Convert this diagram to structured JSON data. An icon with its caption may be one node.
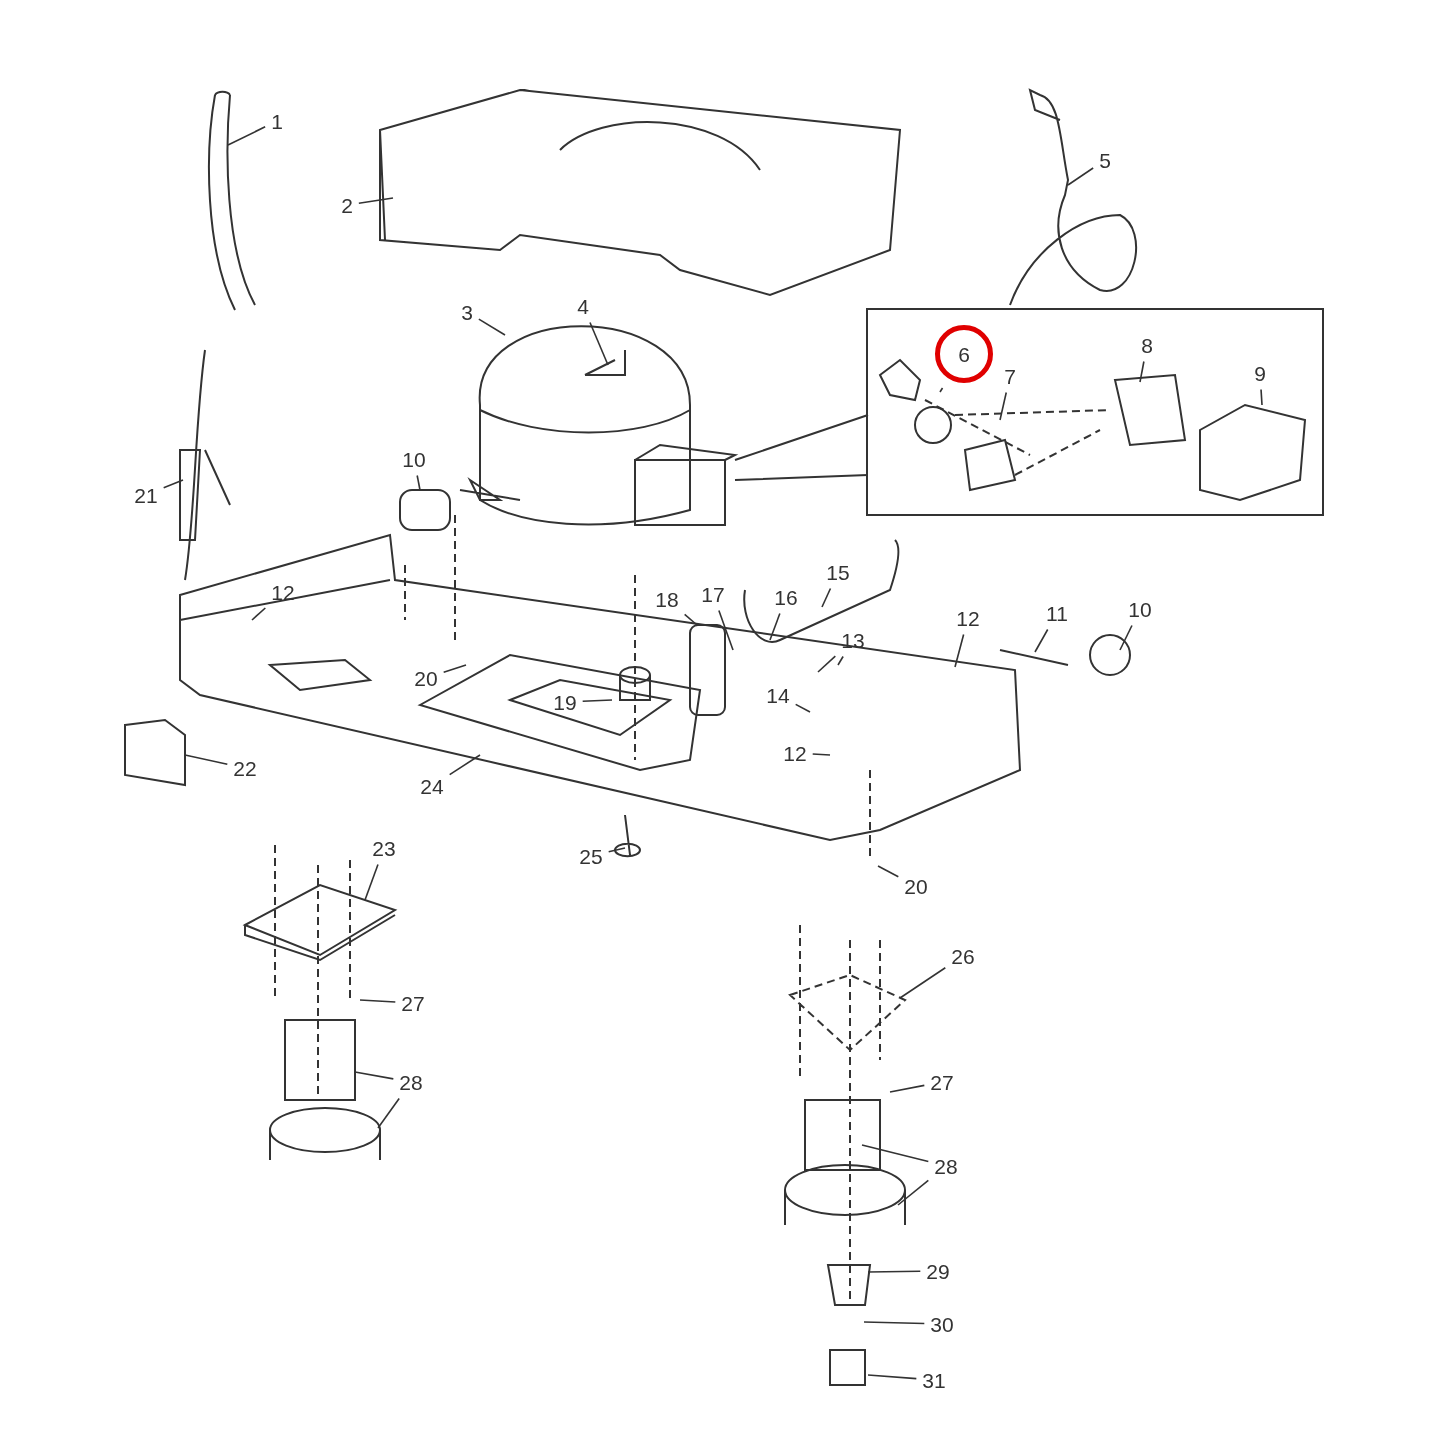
{
  "diagram": {
    "nodes": [
      {
        "text": [
          "1"
        ]
      },
      {
        "text": [
          "2"
        ]
      },
      {
        "text": [
          "3"
        ]
      },
      {
        "text": [
          "4"
        ]
      },
      {
        "text": [
          "5"
        ]
      },
      {
        "text": [
          "6"
        ]
      },
      {
        "text": [
          "7"
        ]
      },
      {
        "text": [
          "8"
        ]
      },
      {
        "text": [
          "9"
        ]
      },
      {
        "text": [
          "10"
        ]
      },
      {
        "text": [
          "21"
        ]
      },
      {
        "text": [
          "12"
        ]
      },
      {
        "text": [
          "15"
        ]
      },
      {
        "text": [
          "18"
        ]
      },
      {
        "text": [
          "17"
        ]
      },
      {
        "text": [
          "16"
        ]
      },
      {
        "text": [
          "12"
        ]
      },
      {
        "text": [
          "11"
        ]
      },
      {
        "text": [
          "10"
        ]
      },
      {
        "text": [
          "13"
        ]
      },
      {
        "text": [
          "20"
        ]
      },
      {
        "text": [
          "14"
        ]
      },
      {
        "text": [
          "19"
        ]
      },
      {
        "text": [
          "12"
        ]
      },
      {
        "text": [
          "22"
        ]
      },
      {
        "text": [
          "24"
        ]
      },
      {
        "text": [
          "23"
        ]
      },
      {
        "text": [
          "25"
        ]
      },
      {
        "text": [
          "20"
        ]
      },
      {
        "text": [
          "26"
        ]
      },
      {
        "text": [
          "27"
        ]
      },
      {
        "text": [
          "28"
        ]
      },
      {
        "text": [
          "27"
        ]
      },
      {
        "text": [
          "28"
        ]
      },
      {
        "text": [
          "29"
        ]
      },
      {
        "text": [
          "30"
        ]
      },
      {
        "text": [
          "31"
        ]
      }
    ],
    "edges": [
      {
        "from": 0,
        "to": null,
        "arrow": "none"
      },
      {
        "from": 1,
        "to": null,
        "arrow": "none"
      },
      {
        "from": 2,
        "to": null,
        "arrow": "none"
      },
      {
        "from": 3,
        "to": null,
        "arrow": "none"
      },
      {
        "from": 4,
        "to": null,
        "arrow": "none"
      },
      {
        "from": 5,
        "to": null,
        "arrow": "none"
      },
      {
        "from": 6,
        "to": null,
        "arrow": "none"
      },
      {
        "from": 7,
        "to": null,
        "arrow": "none"
      },
      {
        "from": 8,
        "to": null,
        "arrow": "none"
      },
      {
        "from": 9,
        "to": null,
        "arrow": "none"
      },
      {
        "from": 10,
        "to": null,
        "arrow": "none"
      },
      {
        "from": 11,
        "to": null,
        "arrow": "none"
      },
      {
        "from": 12,
        "to": null,
        "arrow": "none"
      },
      {
        "from": 13,
        "to": null,
        "arrow": "none"
      },
      {
        "from": 14,
        "to": null,
        "arrow": "none"
      },
      {
        "from": 15,
        "to": null,
        "arrow": "none"
      },
      {
        "from": 16,
        "to": null,
        "arrow": "none"
      },
      {
        "from": 17,
        "to": null,
        "arrow": "none"
      },
      {
        "from": 18,
        "to": null,
        "arrow": "none"
      },
      {
        "from": 19,
        "to": null,
        "arrow": "none"
      },
      {
        "from": 19,
        "to": null,
        "arrow": "none"
      },
      {
        "from": 20,
        "to": null,
        "arrow": "none"
      },
      {
        "from": 21,
        "to": null,
        "arrow": "none"
      },
      {
        "from": 22,
        "to": null,
        "arrow": "none"
      },
      {
        "from": 23,
        "to": null,
        "arrow": "none"
      },
      {
        "from": 24,
        "to": null,
        "arrow": "none"
      },
      {
        "from": 25,
        "to": null,
        "arrow": "none"
      },
      {
        "from": 26,
        "to": null,
        "arrow": "none"
      },
      {
        "from": 27,
        "to": null,
        "arrow": "none"
      },
      {
        "from": 28,
        "to": null,
        "arrow": "none"
      },
      {
        "from": 29,
        "to": null,
        "arrow": "none"
      },
      {
        "from": 30,
        "to": null,
        "arrow": "none"
      },
      {
        "from": 31,
        "to": null,
        "arrow": "none"
      },
      {
        "from": 31,
        "to": null,
        "arrow": "none"
      },
      {
        "from": 32,
        "to": null,
        "arrow": "none"
      },
      {
        "from": 33,
        "to": null,
        "arrow": "none"
      },
      {
        "from": 33,
        "to": null,
        "arrow": "none"
      },
      {
        "from": 34,
        "to": null,
        "arrow": "none"
      },
      {
        "from": 35,
        "to": null,
        "arrow": "none"
      },
      {
        "from": 36,
        "to": null,
        "arrow": "none"
      }
    ]
  }
}
